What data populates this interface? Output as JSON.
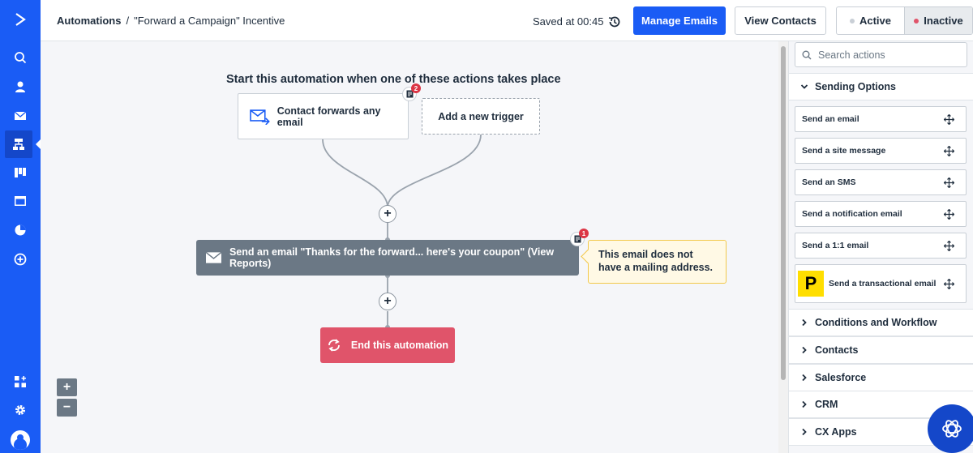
{
  "header": {
    "breadcrumb_root": "Automations",
    "breadcrumb_sep": "/",
    "breadcrumb_current": "\"Forward a Campaign\" Incentive",
    "saved_text": "Saved at 00:45",
    "manage_emails_label": "Manage Emails",
    "view_contacts_label": "View Contacts",
    "status_active_label": "Active",
    "status_inactive_label": "Inactive"
  },
  "nav": {
    "icons": [
      "search-icon",
      "contacts-icon",
      "email-icon",
      "automations-icon",
      "pipelines-icon",
      "website-icon",
      "reports-icon",
      "add-icon",
      "apps-icon",
      "gear-icon"
    ],
    "active": "automations-icon"
  },
  "canvas": {
    "title": "Start this automation when one of these actions takes place",
    "trigger_label": "Contact forwards any email",
    "trigger_badge": "2",
    "add_trigger_label": "Add a new trigger",
    "action_label": "Send an email \"Thanks for the forward... here's your coupon\" (View Reports)",
    "action_badge": "1",
    "warning_text": "This email does not have a mailing address.",
    "end_label": "End this automation",
    "zoom_in": "+",
    "zoom_out": "−",
    "plus_symbol": "+"
  },
  "panel": {
    "search_placeholder": "Search actions",
    "sending_options_label": "Sending Options",
    "sending_actions": [
      "Send an email",
      "Send a site message",
      "Send an SMS",
      "Send a notification email",
      "Send a 1:1 email",
      "Send a transactional email"
    ],
    "postmark_letter": "P",
    "sections": [
      "Conditions and Workflow",
      "Contacts",
      "Salesforce",
      "CRM",
      "CX Apps"
    ]
  },
  "colors": {
    "brand_blue": "#1a5cf5",
    "end_red": "#e0546a",
    "warning_bg": "#fff9e5",
    "inactive_dot": "#e0546a",
    "active_dot": "#c9cfd6"
  }
}
